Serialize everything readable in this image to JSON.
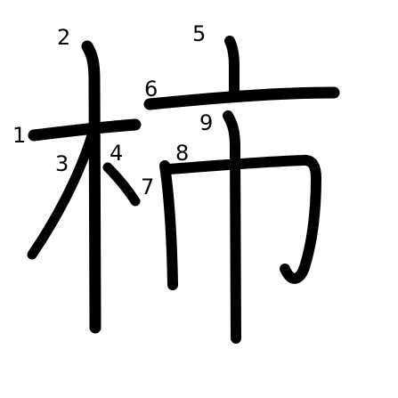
{
  "diagram": {
    "stroke_color": "#000000",
    "label_color": "#000000",
    "background": "#ffffff",
    "stroke_labels": [
      "1",
      "2",
      "3",
      "4",
      "5",
      "6",
      "7",
      "8",
      "9"
    ]
  }
}
